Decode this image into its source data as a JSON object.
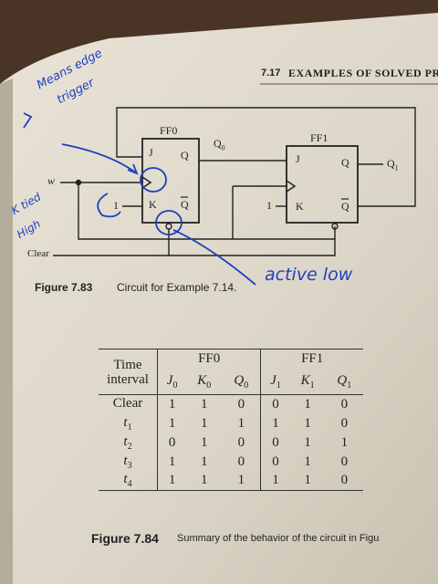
{
  "header": {
    "section": "7.17",
    "title": "EXAMPLES OF SOLVED PROBLE"
  },
  "circuit": {
    "ff0_label": "FF0",
    "ff1_label": "FF1",
    "q0_wire": "Q",
    "q0_sub": "0",
    "q1_out": "Q",
    "q1_sub": "1",
    "w_input": "w",
    "clear_input": "Clear",
    "k0_input": "1",
    "j1_input": "1",
    "pin_j": "J",
    "pin_k": "K",
    "pin_q": "Q",
    "pin_qbar": "Q"
  },
  "figure83": {
    "label": "Figure 7.83",
    "caption": "Circuit for Example 7.14."
  },
  "annotations": {
    "edge_note_line1": "Means edge",
    "edge_note_line2": "trigger",
    "tied_note_line1": "K tied",
    "tied_note_line2": "High",
    "active_low": "active low"
  },
  "table": {
    "header_time1": "Time",
    "header_time2": "interval",
    "group_ff0": "FF0",
    "group_ff1": "FF1",
    "cols": [
      {
        "base": "J",
        "sub": "0"
      },
      {
        "base": "K",
        "sub": "0"
      },
      {
        "base": "Q",
        "sub": "0"
      },
      {
        "base": "J",
        "sub": "1"
      },
      {
        "base": "K",
        "sub": "1"
      },
      {
        "base": "Q",
        "sub": "1"
      }
    ],
    "rows": [
      {
        "label": "Clear",
        "sub": "",
        "vals": [
          "1",
          "1",
          "0",
          "0",
          "1",
          "0"
        ]
      },
      {
        "label": "t",
        "sub": "1",
        "vals": [
          "1",
          "1",
          "1",
          "1",
          "1",
          "0"
        ]
      },
      {
        "label": "t",
        "sub": "2",
        "vals": [
          "0",
          "1",
          "0",
          "0",
          "1",
          "1"
        ]
      },
      {
        "label": "t",
        "sub": "3",
        "vals": [
          "1",
          "1",
          "0",
          "0",
          "1",
          "0"
        ]
      },
      {
        "label": "t",
        "sub": "4",
        "vals": [
          "1",
          "1",
          "1",
          "1",
          "1",
          "0"
        ]
      }
    ]
  },
  "figure84": {
    "label": "Figure 7.84",
    "caption": "Summary of the behavior of the circuit in Figu"
  }
}
